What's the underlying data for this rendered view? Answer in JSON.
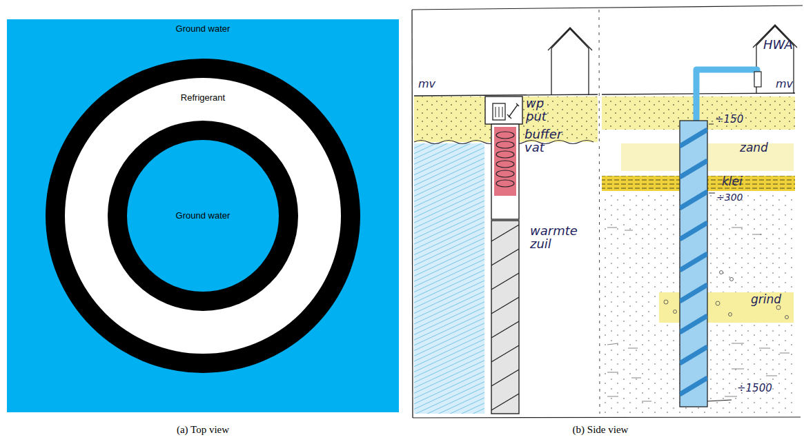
{
  "diagram": {
    "nodes": [
      {
        "text": [
          "Ground water"
        ]
      },
      {
        "text": [
          "Refrigerant"
        ],
        "in": 0
      },
      {
        "text": [
          "Ground water"
        ],
        "in": 1
      }
    ],
    "labels": [
      "mv",
      "wp put",
      "buffer vat",
      "warmte zuil",
      "HWA",
      "mv",
      "÷150",
      "zand",
      "klei",
      "÷300",
      "grind",
      "÷1500",
      "(a) Top view",
      "(b) Side view"
    ]
  }
}
